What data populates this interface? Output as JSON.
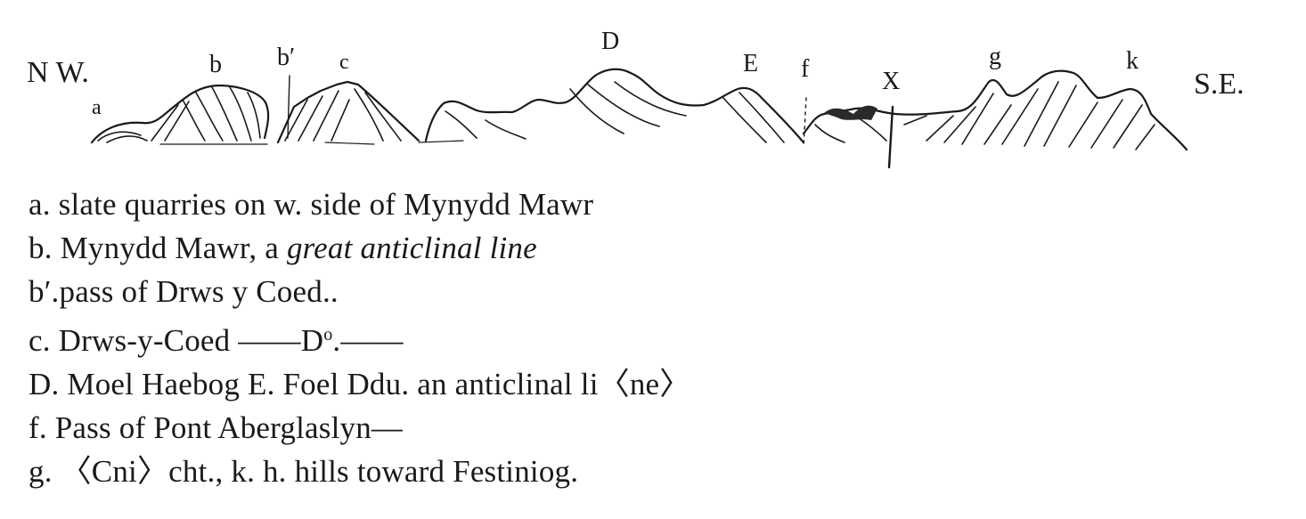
{
  "section": {
    "compass_left": "N W.",
    "compass_right": "S.E.",
    "labels": {
      "a": "a",
      "b": "b",
      "b_prime": "b′",
      "c": "c",
      "D": "D",
      "E": "E",
      "f": "f",
      "X": "X",
      "g": "g",
      "k": "k"
    }
  },
  "caption": {
    "line1": "a. slate quarries on w. side of Mynydd Mawr",
    "line2_plain": "b. Mynydd Mawr, a ",
    "line2_italic": "great anticlinal line",
    "line3": "b′.pass of Drws y Coed..",
    "line4_pre": "c. Drws-y-Coed ——D",
    "line4_sup": "o",
    "line4_post": ".——",
    "line5": "D. Moel Haebog  E. Foel Ddu. an anticlinal li〈ne〉",
    "line6": "f. Pass of Pont Aberglaslyn—",
    "line7": "g. 〈Cni〉cht., k. h. hills toward Festiniog."
  }
}
